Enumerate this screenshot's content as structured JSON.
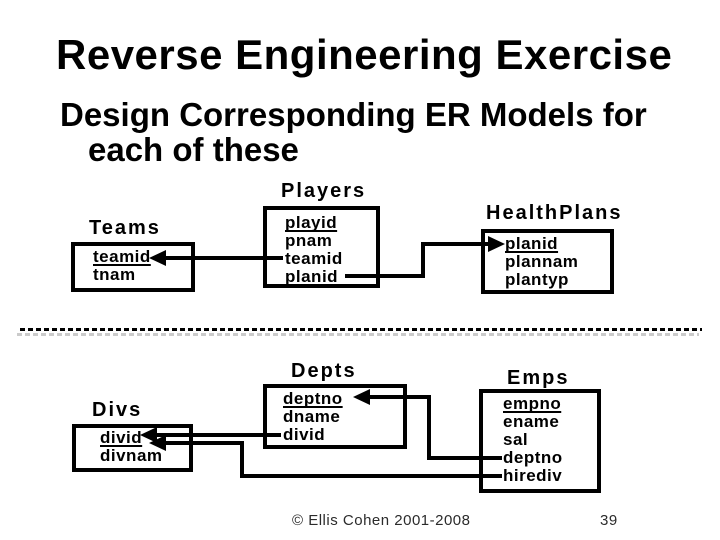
{
  "slide": {
    "title": "Reverse Engineering Exercise",
    "subtitle_line1": "Design Corresponding ER Models for",
    "subtitle_line2": "each of these",
    "footer": {
      "copyright": "© Ellis Cohen 2001-2008",
      "page_number": "39"
    }
  },
  "diagram": {
    "colors": {
      "background": "#ffffff",
      "ink": "#000000",
      "footer_text": "#2b2b2b",
      "separator_shadow": "#cbcbcb"
    },
    "tables": [
      {
        "id": "teams",
        "name": "Teams",
        "columns": [
          {
            "name": "teamid",
            "key": true
          },
          {
            "name": "tnam",
            "key": false
          }
        ]
      },
      {
        "id": "players",
        "name": "Players",
        "columns": [
          {
            "name": "playid",
            "key": true
          },
          {
            "name": "pnam",
            "key": false
          },
          {
            "name": "teamid",
            "key": false
          },
          {
            "name": "planid",
            "key": false
          }
        ]
      },
      {
        "id": "healthplans",
        "name": "HealthPlans",
        "columns": [
          {
            "name": "planid",
            "key": true
          },
          {
            "name": "plannam",
            "key": false
          },
          {
            "name": "plantyp",
            "key": false
          }
        ]
      },
      {
        "id": "divs",
        "name": "Divs",
        "columns": [
          {
            "name": "divid",
            "key": true
          },
          {
            "name": "divnam",
            "key": false
          }
        ]
      },
      {
        "id": "depts",
        "name": "Depts",
        "columns": [
          {
            "name": "deptno",
            "key": true
          },
          {
            "name": "dname",
            "key": false
          },
          {
            "name": "divid",
            "key": false
          }
        ]
      },
      {
        "id": "emps",
        "name": "Emps",
        "columns": [
          {
            "name": "empno",
            "key": true
          },
          {
            "name": "ename",
            "key": false
          },
          {
            "name": "sal",
            "key": false
          },
          {
            "name": "deptno",
            "key": false
          },
          {
            "name": "hirediv",
            "key": false
          }
        ]
      }
    ],
    "relations": [
      {
        "from": "Players.teamid",
        "to": "Teams.teamid"
      },
      {
        "from": "Players.planid",
        "to": "HealthPlans.planid"
      },
      {
        "from": "Depts.divid",
        "to": "Divs.divid"
      },
      {
        "from": "Emps.deptno",
        "to": "Depts.deptno"
      },
      {
        "from": "Emps.hirediv",
        "to": "Divs.divid"
      }
    ]
  }
}
